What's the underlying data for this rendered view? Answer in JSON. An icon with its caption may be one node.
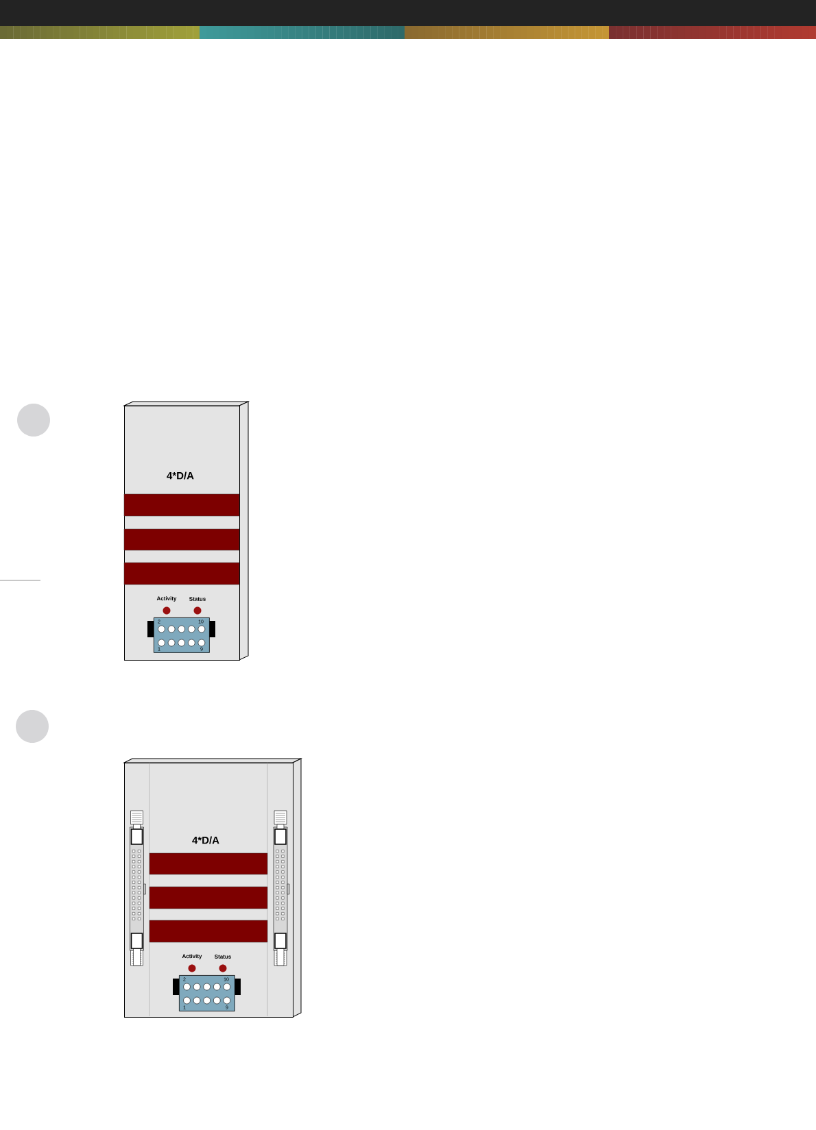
{
  "diagram": {
    "nodes": [
      {
        "text": [
          "4*D/A"
        ]
      },
      {
        "text": [
          "2",
          "10",
          "1",
          "9"
        ],
        "in": 0
      },
      {
        "text": [
          "4*D/A"
        ]
      },
      {
        "text": [
          "2",
          "10",
          "1",
          "9"
        ],
        "in": 2
      }
    ],
    "labels": [
      "Activity",
      "Status",
      "Activity",
      "Status"
    ]
  }
}
